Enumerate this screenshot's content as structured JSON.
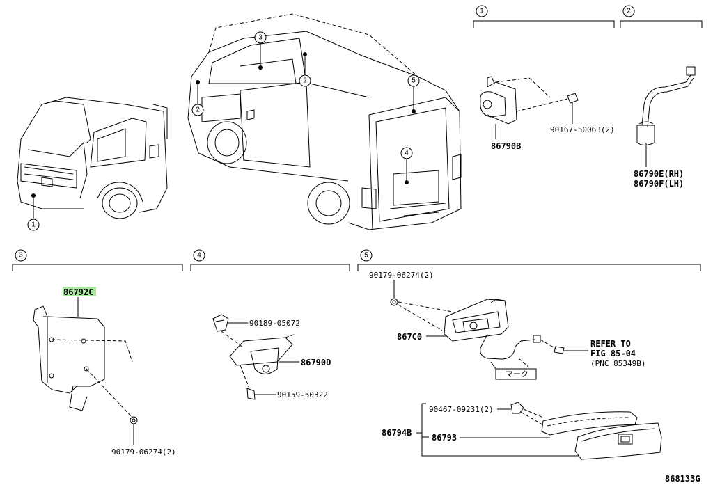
{
  "circled_refs": [
    "1",
    "2",
    "3",
    "4",
    "5"
  ],
  "parts": {
    "p86790B": "86790B",
    "p90167": "90167-50063(2)",
    "p86790E": "86790E(RH)",
    "p86790F": "86790F(LH)",
    "p86792C": "86792C",
    "p90179a": "90179-06274(2)",
    "p90189": "90189-05072",
    "p86790D": "86790D",
    "p90159": "90159-50322",
    "p90179b": "90179-06274(2)",
    "p867C0": "867C0",
    "p86794B": "86794B",
    "p90467": "90467-09231(2)",
    "p86793": "86793"
  },
  "refer": {
    "line1": "REFER TO",
    "line2": "FIG 85-04",
    "line3": "(PNC 85349B)"
  },
  "mark_label": "マーク",
  "figure_id": "868133G",
  "colors": {
    "highlight": "#a8e6a0"
  }
}
